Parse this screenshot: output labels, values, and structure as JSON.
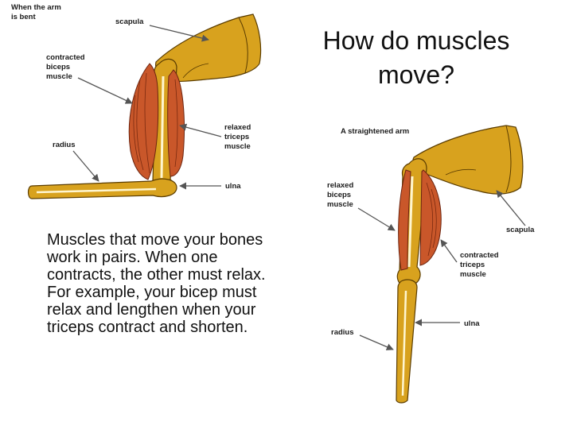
{
  "title": "How do muscles move?",
  "body": "Muscles that move your bones work in pairs. When one contracts, the other must relax. For example, your bicep must relax and lengthen when your triceps contract and shorten.",
  "colors": {
    "bone": "#D8A21E",
    "bone_outline": "#5a3c00",
    "muscle": "#C9572A",
    "muscle_stripe": "#7a2a10"
  },
  "bent_arm": {
    "heading_line1": "When the arm",
    "heading_line2": "is bent",
    "scapula": "scapula",
    "biceps": [
      "contracted",
      "biceps",
      "muscle"
    ],
    "triceps": [
      "relaxed",
      "triceps",
      "muscle"
    ],
    "radius": "radius",
    "ulna": "ulna"
  },
  "straight_arm": {
    "heading": "A straightened arm",
    "biceps": [
      "relaxed",
      "biceps",
      "muscle"
    ],
    "scapula": "scapula",
    "triceps": [
      "contracted",
      "triceps",
      "muscle"
    ],
    "ulna": "ulna",
    "radius": "radius"
  }
}
